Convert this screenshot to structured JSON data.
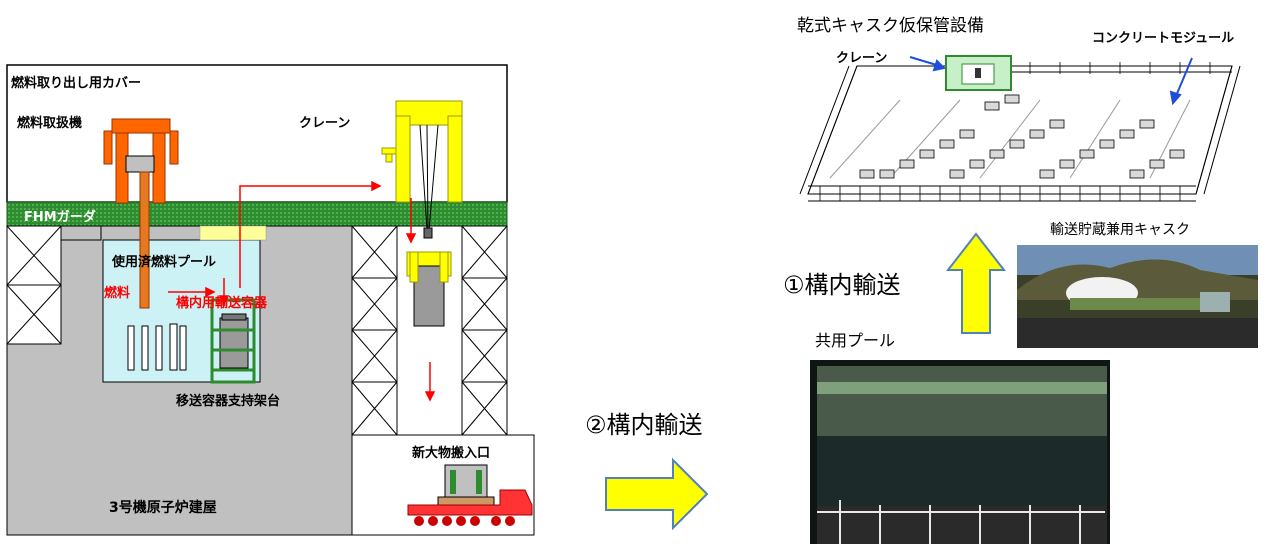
{
  "left": {
    "cover_label": "燃料取り出し用カバー",
    "fhm_label": "燃料取扱機",
    "crane_label": "クレーン",
    "girder_label": "FHMガーダ",
    "pool_label": "使用済燃料プール",
    "fuel_label": "燃料",
    "container_label": "構内用輸送容器",
    "support_label": "移送容器支持架台",
    "entrance_label": "新大物搬入口",
    "building_label": "3号機原子炉建屋"
  },
  "transport2_label": "②構内輸送",
  "transport1_label": "①構内輸送",
  "common_pool_label": "共用プール",
  "dry_cask": {
    "title": "乾式キャスク仮保管設備",
    "crane_label": "クレーン",
    "module_label": "コンクリートモジュール"
  },
  "cask_label": "輸送貯蔵兼用キャスク",
  "colors": {
    "girder": "#2e8b2e",
    "fhm": "#ff6600",
    "crane": "#ffff00",
    "pool": "#ccf2f5",
    "building": "#c0c0c0",
    "arrow_yellow": "#ffff00",
    "arrow_red": "#ff0000"
  }
}
